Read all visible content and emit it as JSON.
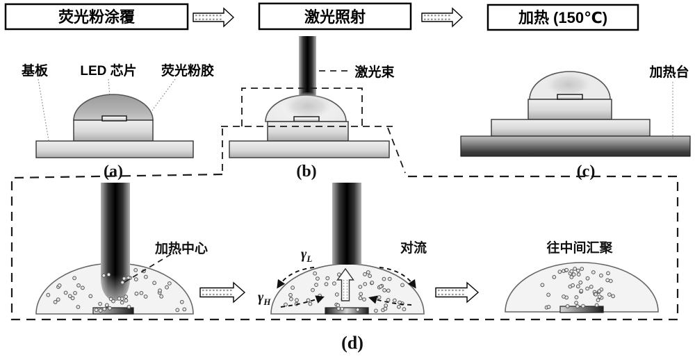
{
  "process_steps": {
    "step1": "荧光粉涂覆",
    "step2": "激光照射",
    "step3": "加热 (150℃)"
  },
  "labels": {
    "substrate": "基板",
    "led_chip": "LED 芯片",
    "phosphor_gel": "荧光粉胶",
    "laser_beam": "激光束",
    "heating_stage": "加热台",
    "heating_center": "加热中心",
    "convection": "对流",
    "converge_to_middle": "往中间汇聚",
    "gamma_low": {
      "symbol": "γ",
      "subscript": "L"
    },
    "gamma_high": {
      "symbol": "γ",
      "subscript": "H"
    }
  },
  "captions": {
    "a": "(a)",
    "b": "(b)",
    "c": "(c)",
    "d": "(d)"
  },
  "colors": {
    "outline": "#333333",
    "dome_gray_top": "#9e9e9e",
    "dome_gray_bottom": "#c8c8c8",
    "dome_light": "#ececec",
    "slab_light": "#ececec",
    "slab_dark": "#b3b3b3",
    "beam_dark": "#000000",
    "stage_dark": "#2e2e2e",
    "dashed_line": "#1a1a1a",
    "particle_fill": "#e6e6e6"
  }
}
